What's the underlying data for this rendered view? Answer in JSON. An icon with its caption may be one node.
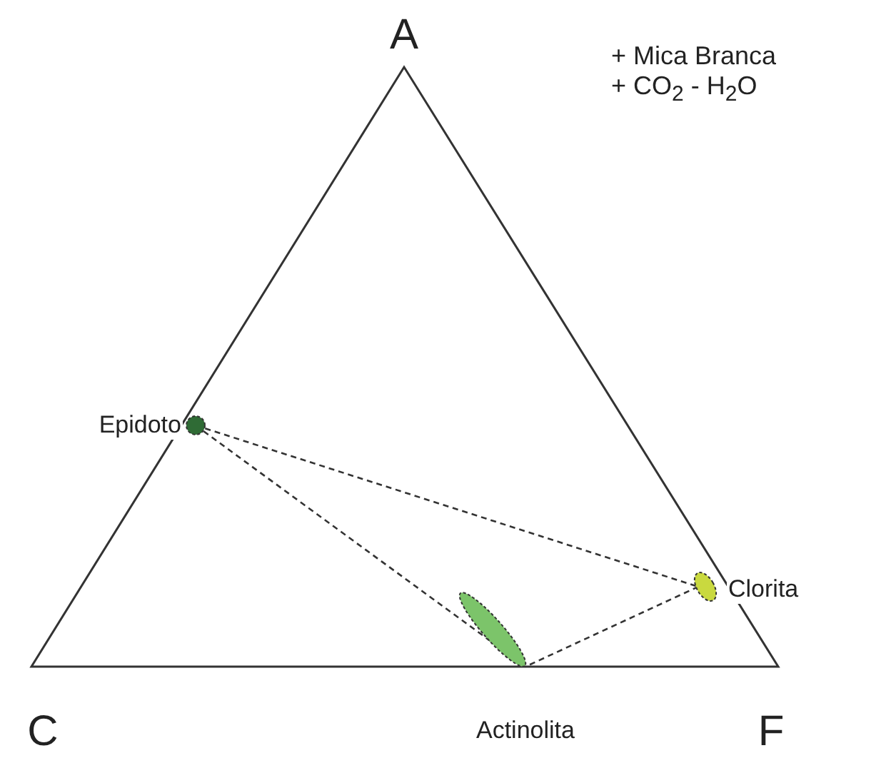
{
  "diagram": {
    "nodes": [
      {
        "text": [],
        "shape": "circle",
        "beside": [
          "Epidoto"
        ]
      },
      {
        "text": [],
        "shape": "ellipse",
        "beside": [
          "Clorita"
        ]
      },
      {
        "text": [],
        "shape": "ellipse",
        "beside": [
          "Actinolita"
        ]
      }
    ],
    "edges": [
      {
        "from": 0,
        "to": 1,
        "arrow": "none",
        "style": "dashed"
      },
      {
        "from": 0,
        "to": 2,
        "arrow": "none",
        "style": "dashed"
      },
      {
        "from": 1,
        "to": 2,
        "arrow": "none",
        "style": "dashed"
      }
    ],
    "labels": [
      "A",
      "+ Mica Branca",
      "+ CO$_{2}$ - H$_{2}$O",
      "C",
      "F"
    ]
  }
}
